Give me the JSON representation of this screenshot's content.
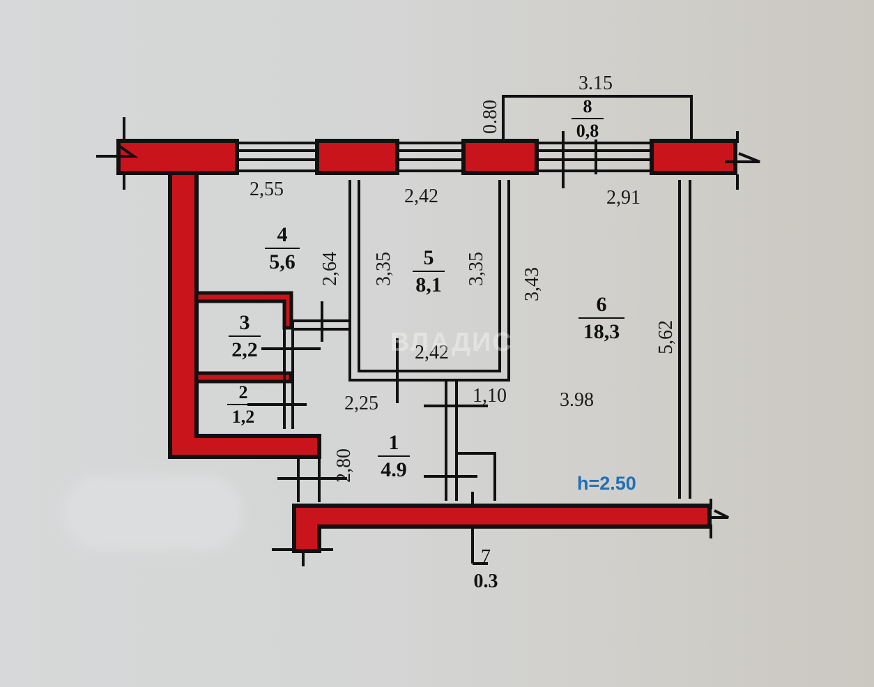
{
  "plan": {
    "ceiling_height": "h=2.50",
    "watermark": "ВЛАДИС",
    "colors": {
      "wall_fill": "#c8141a",
      "outline": "#111111",
      "height_label": "#1f6fb4",
      "paper": "#d4d5d4"
    },
    "rooms": [
      {
        "id": "1",
        "number": "1",
        "area": "4.9"
      },
      {
        "id": "2",
        "number": "2",
        "area": "1,2"
      },
      {
        "id": "3",
        "number": "3",
        "area": "2,2"
      },
      {
        "id": "4",
        "number": "4",
        "area": "5,6"
      },
      {
        "id": "5",
        "number": "5",
        "area": "8,1"
      },
      {
        "id": "6",
        "number": "6",
        "area": "18,3"
      },
      {
        "id": "7",
        "number": "7",
        "area": "0.3"
      },
      {
        "id": "8",
        "number": "8",
        "area": "0,8"
      }
    ],
    "dimensions": {
      "balcony_width": "3.15",
      "balcony_depth": "0.80",
      "room4_width": "2,55",
      "room5_width_top": "2,42",
      "room6_width": "2,91",
      "room4_depth": "2,64",
      "room5_left": "3,35",
      "room5_right": "3,35",
      "room6_upper": "3,43",
      "room6_depth": "5,62",
      "room5_width_bottom": "2,42",
      "hall_width": "2,25",
      "corridor_width": "1,10",
      "room6_lower": "3.98",
      "hall_depth": "2,80"
    }
  }
}
